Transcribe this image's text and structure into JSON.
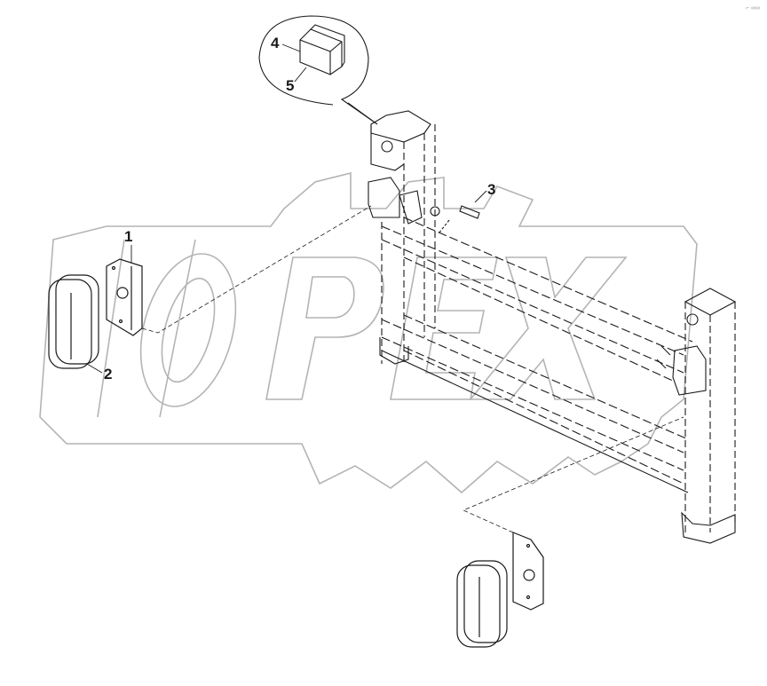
{
  "diagram": {
    "type": "exploded parts diagram",
    "watermark": "OPEX",
    "corner_mark": "⌐ ∞∞",
    "colors": {
      "line": "#1a1a1a",
      "watermark": "#b4b4b4",
      "background": "#ffffff"
    },
    "callouts": [
      {
        "id": "1",
        "label": "1",
        "part": "mounting bracket plate (left lamp)"
      },
      {
        "id": "2",
        "label": "2",
        "part": "side marker lamp (left)"
      },
      {
        "id": "3",
        "label": "3",
        "part": "bolt"
      },
      {
        "id": "4",
        "label": "4",
        "part": "end cap / plug (detail)"
      },
      {
        "id": "5",
        "label": "5",
        "part": "end cap / plug (detail)"
      }
    ],
    "parts": {
      "detail_bubble": "magnified view of end cap (items 4, 5)",
      "frame": "rectangular tube frame with uprights",
      "right_lamp": "side marker lamp (right, unlabeled)",
      "right_bracket": "mounting bracket plate (right, unlabeled)"
    }
  }
}
